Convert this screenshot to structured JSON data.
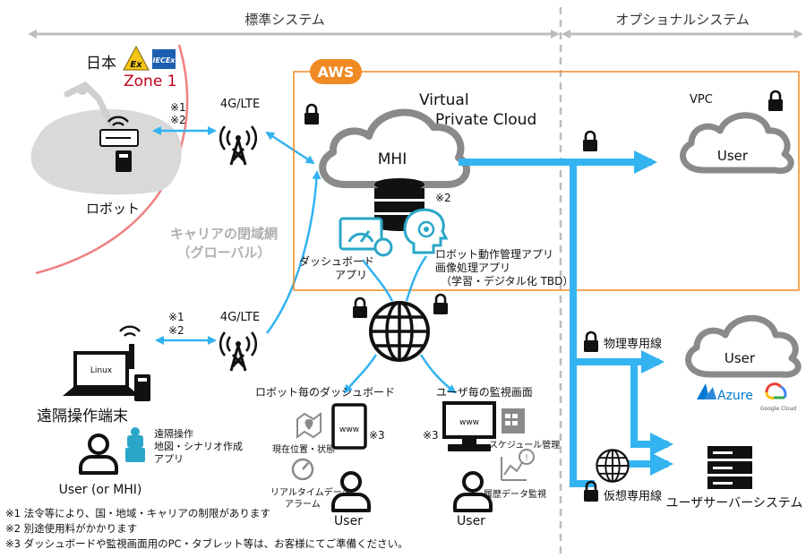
{
  "sections": {
    "standard": "標準システム",
    "optional": "オプショナルシステム"
  },
  "certification": {
    "country": "日本",
    "ex_mark": "Ex",
    "iecex_mark": "IECEx",
    "zone": "Zone 1"
  },
  "labels": {
    "robot": "ロボット",
    "lte_top": "4G/LTE",
    "lte_bottom": "4G/LTE",
    "note_top_1": "※1",
    "note_top_2": "※2",
    "note_bottom_1": "※1",
    "note_bottom_2": "※2",
    "carrier_line1": "キャリアの閉域網",
    "carrier_line2": "（グローバル）",
    "aws": "AWS",
    "vpc_title_line1": "Virtual",
    "vpc_title_line2": "Private Cloud",
    "mhi": "MHI",
    "db_note": "※2",
    "dashboard_app_line1": "ダッシュボード",
    "dashboard_app_line2": "アプリ",
    "robot_app_line1": "ロボット動作管理アプリ",
    "robot_app_line2": "画像処理アプリ",
    "robot_app_line3": "（学習・デジタル化 TBD）",
    "remote_terminal": "遠隔操作端末",
    "laptop_screen": "Linux",
    "remote_app_line1": "遠隔操作",
    "remote_app_line2": "地図・シナリオ作成",
    "remote_app_line3": "アプリ",
    "user_mhi": "User (or MHI)",
    "robot_dashboard": "ロボット毎のダッシュボード",
    "current_position": "現在位置・状態",
    "realtime_line1": "リアルタイムデータ",
    "realtime_line2": "アラーム",
    "tablet_www": "www",
    "tablet_note": "※3",
    "user_left": "User",
    "user_monitor": "ユーザ毎の監視画面",
    "monitor_www": "www",
    "monitor_note": "※3",
    "schedule": "スケジュール管理",
    "history": "履歴データ監視",
    "user_right": "User",
    "vpc": "VPC",
    "vpc_user": "User",
    "dedicated_line": "物理専用線",
    "cloud_user": "User",
    "azure": "Azure",
    "google_cloud": "Google Cloud",
    "virtual_line": "仮想専用線",
    "user_server": "ユーザサーバーシステム"
  },
  "footnotes": [
    "※1  法令等により、国・地域・キャリアの制限があります",
    "※2  別途使用料がかかります",
    "※3  ダッシュボードや監視画面用のPC・タブレット等は、お客様にてご準備ください。"
  ],
  "colors": {
    "arrow_blue": "#33b3f0",
    "aws_orange": "#f08a24",
    "zone_red": "#f08080",
    "zone_text": "#c0001a",
    "icon_dark": "#1f1f1f",
    "cloud_gray": "#8a8a8a",
    "teal": "#2aa6c8"
  },
  "icons": [
    "lock-icon",
    "cell-tower-icon",
    "cloud-icon",
    "database-icon",
    "globe-icon",
    "user-icon",
    "laptop-icon",
    "tablet-icon",
    "monitor-icon",
    "server-icon",
    "map-pin-icon",
    "gauge-icon",
    "calendar-icon",
    "chart-icon",
    "wifi-icon",
    "robot-icon"
  ]
}
